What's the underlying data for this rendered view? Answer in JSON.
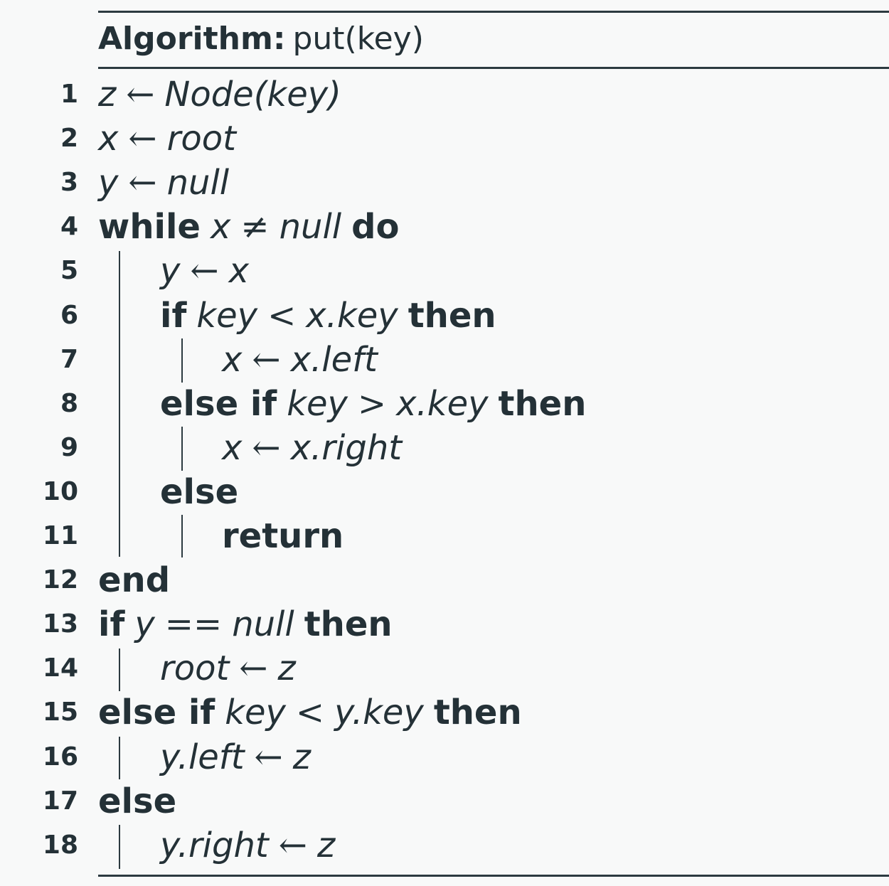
{
  "algorithm": {
    "label": "Algorithm:",
    "signature": "put(key)"
  },
  "lines": [
    {
      "n": "1",
      "indent": 0,
      "tokens": [
        [
          "v",
          "z"
        ],
        [
          "op",
          "←"
        ],
        [
          "v",
          "Node(key)"
        ]
      ]
    },
    {
      "n": "2",
      "indent": 0,
      "tokens": [
        [
          "v",
          "x"
        ],
        [
          "op",
          "←"
        ],
        [
          "v",
          "root"
        ]
      ]
    },
    {
      "n": "3",
      "indent": 0,
      "tokens": [
        [
          "v",
          "y"
        ],
        [
          "op",
          "←"
        ],
        [
          "v",
          "null"
        ]
      ]
    },
    {
      "n": "4",
      "indent": 0,
      "tokens": [
        [
          "kw",
          "while"
        ],
        [
          "v",
          "x"
        ],
        [
          "op",
          "≠"
        ],
        [
          "v",
          "null"
        ],
        [
          "kw",
          "do"
        ]
      ]
    },
    {
      "n": "5",
      "indent": 1,
      "tokens": [
        [
          "v",
          "y"
        ],
        [
          "op",
          "←"
        ],
        [
          "v",
          "x"
        ]
      ]
    },
    {
      "n": "6",
      "indent": 1,
      "tokens": [
        [
          "kw",
          "if"
        ],
        [
          "v",
          "key"
        ],
        [
          "op",
          "<"
        ],
        [
          "v",
          "x.key"
        ],
        [
          "kw",
          "then"
        ]
      ]
    },
    {
      "n": "7",
      "indent": 2,
      "tokens": [
        [
          "v",
          "x"
        ],
        [
          "op",
          "←"
        ],
        [
          "v",
          "x.left"
        ]
      ]
    },
    {
      "n": "8",
      "indent": 1,
      "tokens": [
        [
          "kw",
          "else if"
        ],
        [
          "v",
          "key"
        ],
        [
          "op",
          ">"
        ],
        [
          "v",
          "x.key"
        ],
        [
          "kw",
          "then"
        ]
      ]
    },
    {
      "n": "9",
      "indent": 2,
      "tokens": [
        [
          "v",
          "x"
        ],
        [
          "op",
          "←"
        ],
        [
          "v",
          "x.right"
        ]
      ]
    },
    {
      "n": "10",
      "indent": 1,
      "tokens": [
        [
          "kw",
          "else"
        ]
      ]
    },
    {
      "n": "11",
      "indent": 2,
      "tokens": [
        [
          "kw",
          "return"
        ]
      ]
    },
    {
      "n": "12",
      "indent": 0,
      "tokens": [
        [
          "kw",
          "end"
        ]
      ]
    },
    {
      "n": "13",
      "indent": 0,
      "tokens": [
        [
          "kw",
          "if"
        ],
        [
          "v",
          "y"
        ],
        [
          "op",
          "=="
        ],
        [
          "v",
          "null"
        ],
        [
          "kw",
          "then"
        ]
      ]
    },
    {
      "n": "14",
      "indent": 1,
      "tokens": [
        [
          "v",
          "root"
        ],
        [
          "op",
          "←"
        ],
        [
          "v",
          "z"
        ]
      ]
    },
    {
      "n": "15",
      "indent": 0,
      "tokens": [
        [
          "kw",
          "else if"
        ],
        [
          "v",
          "key"
        ],
        [
          "op",
          "<"
        ],
        [
          "v",
          "y.key"
        ],
        [
          "kw",
          "then"
        ]
      ]
    },
    {
      "n": "16",
      "indent": 1,
      "tokens": [
        [
          "v",
          "y.left"
        ],
        [
          "op",
          "←"
        ],
        [
          "v",
          "z"
        ]
      ]
    },
    {
      "n": "17",
      "indent": 0,
      "tokens": [
        [
          "kw",
          "else"
        ]
      ]
    },
    {
      "n": "18",
      "indent": 1,
      "tokens": [
        [
          "v",
          "y.right"
        ],
        [
          "op",
          "←"
        ],
        [
          "v",
          "z"
        ]
      ]
    }
  ]
}
